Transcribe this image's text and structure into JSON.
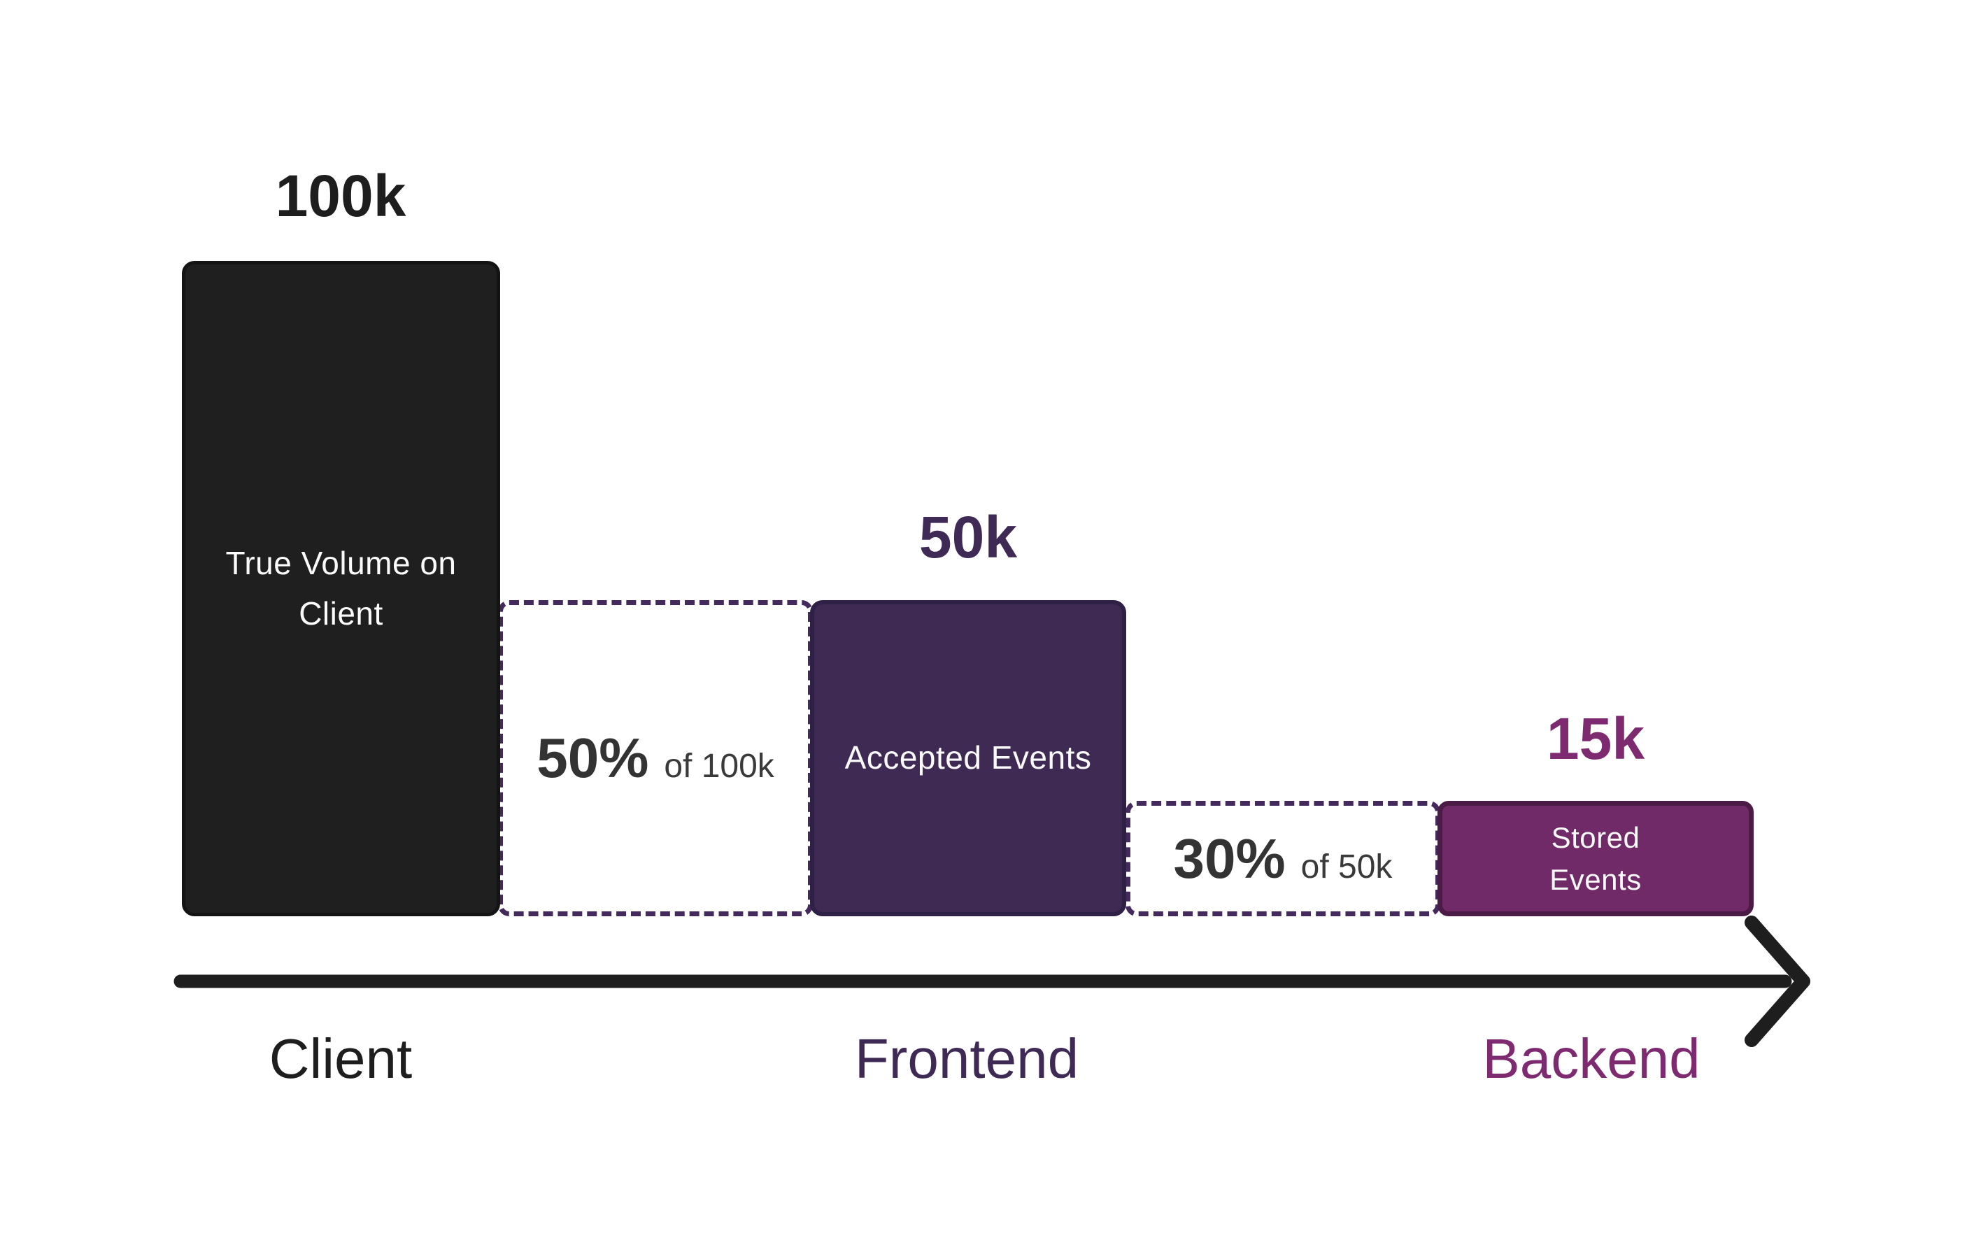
{
  "chart_data": {
    "type": "bar",
    "subtype": "funnel-flow",
    "title": "",
    "categories": [
      "Client",
      "Frontend",
      "Backend"
    ],
    "values": [
      100000,
      50000,
      15000
    ],
    "grid": false,
    "legend_position": "none",
    "flow_direction": "left-to-right",
    "stages": [
      {
        "axis_label": "Client",
        "value": 100000,
        "value_label": "100k",
        "bar_text": "True Volume on Client",
        "bar_color": "#1f1f1f",
        "accent_color": "#1e1e1e"
      },
      {
        "axis_label": "Frontend",
        "value": 50000,
        "value_label": "50k",
        "bar_text": "Accepted Events",
        "bar_color": "#3e2a53",
        "accent_color": "#3e2a55",
        "retention": {
          "pct": "50%",
          "of": "of 100k"
        }
      },
      {
        "axis_label": "Backend",
        "value": 15000,
        "value_label": "15k",
        "bar_text": "Stored Events",
        "bar_color": "#702a67",
        "accent_color": "#7d2a70",
        "retention": {
          "pct": "30%",
          "of": "of 50k"
        }
      }
    ],
    "colors": {
      "background": "#ffffff",
      "arrow": "#1e1e1e",
      "dashed_border": "#43295c",
      "retention_pct_text": "#333333",
      "retention_of_text": "#3a3a3a"
    }
  }
}
